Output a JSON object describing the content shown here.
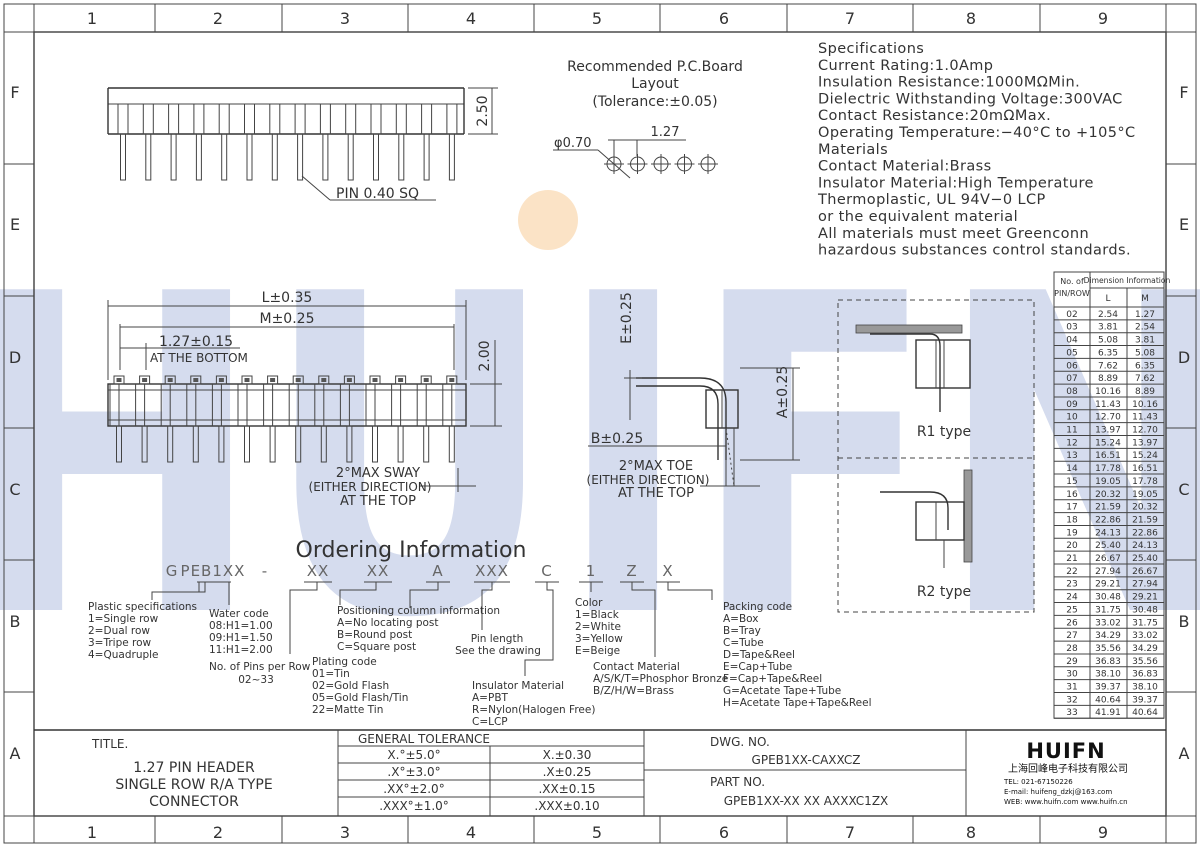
{
  "border": {
    "columns": [
      "1",
      "2",
      "3",
      "4",
      "5",
      "6",
      "7",
      "8",
      "9"
    ],
    "rows": [
      "F",
      "E",
      "D",
      "C",
      "B",
      "A"
    ]
  },
  "watermark": {
    "text": "HUIFN",
    "color": "#d5dcee",
    "dot_color": "#fbe3c6"
  },
  "pcb_layout": {
    "title_lines": [
      "Recommended P.C.Board",
      "Layout",
      "(Tolerance:±0.05)"
    ],
    "hole_dia": "φ0.70",
    "pitch": "1.27"
  },
  "top_view": {
    "height_dim": "2.50",
    "pin_label": "PIN 0.40 SQ"
  },
  "specifications": [
    "Specifications",
    "Current Rating:1.0Amp",
    "Insulation Resistance:1000MΩMin.",
    "Dielectric Withstanding Voltage:300VAC",
    "Contact Resistance:20mΩMax.",
    "Operating Temperature:−40°C to +105°C",
    "Materials",
    "Contact Material:Brass",
    "Insulator Material:High Temperature",
    "Thermoplastic, UL 94V−0 LCP",
    "or the equivalent material",
    "All materials must meet Greenconn",
    "hazardous substances control standards."
  ],
  "front_view": {
    "l_dim": "L±0.35",
    "m_dim": "M±0.25",
    "pitch_dim": "1.27±0.15",
    "pitch_note": "AT THE BOTTOM",
    "height_dim": "2.00",
    "sway_lines": [
      "2°MAX SWAY",
      "(EITHER DIRECTION)",
      "AT THE TOP"
    ]
  },
  "side_view": {
    "e_dim": "E±0.25",
    "a_dim": "A±0.25",
    "b_dim": "B±0.25",
    "toe_lines": [
      "2°MAX TOE",
      "(EITHER DIRECTION)",
      "AT THE TOP"
    ]
  },
  "types": {
    "r1": "R1 type",
    "r2": "R2 type"
  },
  "table": {
    "header_left": [
      "No. of",
      "PIN/ROW"
    ],
    "header_group": "Dimension Information",
    "col_l": "L",
    "col_m": "M",
    "rows": [
      [
        "02",
        "2.54",
        "1.27"
      ],
      [
        "03",
        "3.81",
        "2.54"
      ],
      [
        "04",
        "5.08",
        "3.81"
      ],
      [
        "05",
        "6.35",
        "5.08"
      ],
      [
        "06",
        "7.62",
        "6.35"
      ],
      [
        "07",
        "8.89",
        "7.62"
      ],
      [
        "08",
        "10.16",
        "8.89"
      ],
      [
        "09",
        "11.43",
        "10.16"
      ],
      [
        "10",
        "12.70",
        "11.43"
      ],
      [
        "11",
        "13.97",
        "12.70"
      ],
      [
        "12",
        "15.24",
        "13.97"
      ],
      [
        "13",
        "16.51",
        "15.24"
      ],
      [
        "14",
        "17.78",
        "16.51"
      ],
      [
        "15",
        "19.05",
        "17.78"
      ],
      [
        "16",
        "20.32",
        "19.05"
      ],
      [
        "17",
        "21.59",
        "20.32"
      ],
      [
        "18",
        "22.86",
        "21.59"
      ],
      [
        "19",
        "24.13",
        "22.86"
      ],
      [
        "20",
        "25.40",
        "24.13"
      ],
      [
        "21",
        "26.67",
        "25.40"
      ],
      [
        "22",
        "27.94",
        "26.67"
      ],
      [
        "23",
        "29.21",
        "27.94"
      ],
      [
        "24",
        "30.48",
        "29.21"
      ],
      [
        "25",
        "31.75",
        "30.48"
      ],
      [
        "26",
        "33.02",
        "31.75"
      ],
      [
        "27",
        "34.29",
        "33.02"
      ],
      [
        "28",
        "35.56",
        "34.29"
      ],
      [
        "29",
        "36.83",
        "35.56"
      ],
      [
        "30",
        "38.10",
        "36.83"
      ],
      [
        "31",
        "39.37",
        "38.10"
      ],
      [
        "32",
        "40.64",
        "39.37"
      ],
      [
        "33",
        "41.91",
        "40.64"
      ]
    ]
  },
  "ordering": {
    "title": "Ordering Information",
    "code": [
      "G",
      "PEB1XX",
      "-",
      "XX",
      "XX",
      "A",
      "XXX",
      "C",
      "1",
      "Z",
      "X"
    ],
    "plastic": [
      "Plastic specifications",
      "1=Single row",
      "2=Dual row",
      "3=Tripe row",
      "4=Quadruple"
    ],
    "water": [
      "Water code",
      "08:H1=1.00",
      "09:H1=1.50",
      "11:H1=2.00"
    ],
    "pins": [
      "No. of Pins per Row",
      "02~33"
    ],
    "plating": [
      "Plating code",
      "01=Tin",
      "02=Gold Flash",
      "05=Gold Flash/Tin",
      "22=Matte Tin"
    ],
    "positioning": [
      "Positioning column information",
      "A=No locating post",
      "B=Round post",
      "C=Square post"
    ],
    "pin_length": [
      "Pin length",
      "See the drawing"
    ],
    "insulator": [
      "Insulator Material",
      "A=PBT",
      "R=Nylon(Halogen Free)",
      "C=LCP"
    ],
    "color": [
      "Color",
      "1=Black",
      "2=White",
      "3=Yellow",
      "E=Beige"
    ],
    "contact": [
      "Contact Material",
      "A/S/K/T=Phosphor Bronze",
      "B/Z/H/W=Brass"
    ],
    "packing": [
      "Packing code",
      "A=Box",
      "B=Tray",
      "C=Tube",
      "D=Tape&Reel",
      "E=Cap+Tube",
      "F=Cap+Tape&Reel",
      "G=Acetate Tape+Tube",
      "H=Acetate Tape+Tape&Reel"
    ]
  },
  "title_block": {
    "title_label": "TITLE.",
    "title_lines": [
      "1.27 PIN HEADER",
      "SINGLE ROW R/A TYPE",
      "CONNECTOR"
    ],
    "tolerance_header": "GENERAL TOLERANCE",
    "tolerances": [
      [
        "X.°±5.0°",
        "X.±0.30"
      ],
      [
        ".X°±3.0°",
        ".X±0.25"
      ],
      [
        ".XX°±2.0°",
        ".XX±0.15"
      ],
      [
        ".XXX°±1.0°",
        ".XXX±0.10"
      ]
    ],
    "dwg_label": "DWG. NO.",
    "dwg_no": "GPEB1XX-CAXXCZ",
    "part_label": "PART NO.",
    "part_no": "GPEB1XX-XX XX AXXXC1ZX"
  },
  "company": {
    "logo": "HUIFN",
    "name": "上海回峰电子科技有限公司",
    "tel": "TEL: 021-67150226",
    "email": "E-mail: huifeng_dzkj@163.com",
    "web": "WEB: www.huifn.com  www.huifn.cn"
  }
}
